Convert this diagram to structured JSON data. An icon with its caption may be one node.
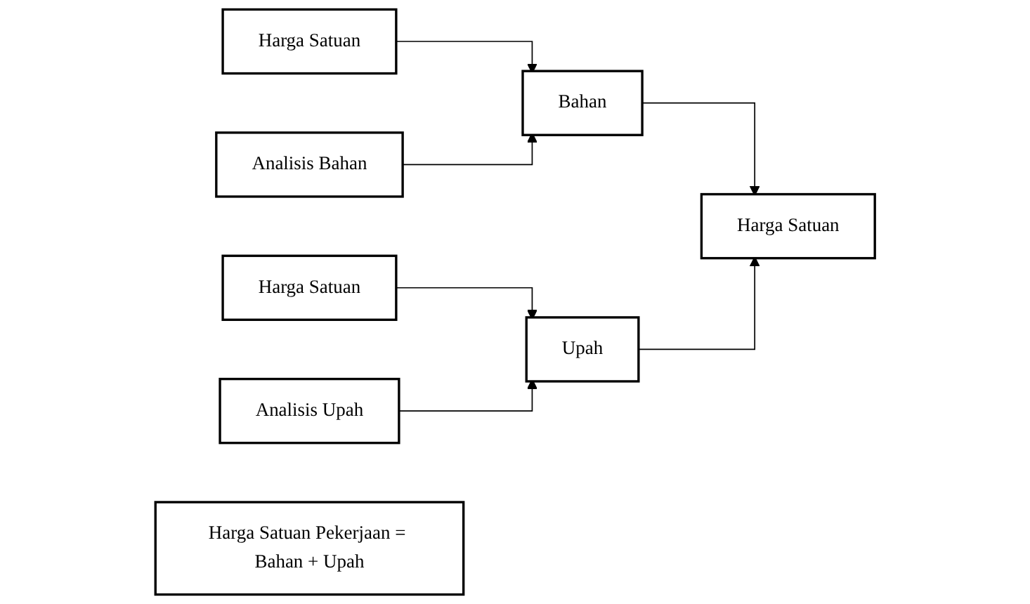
{
  "diagram": {
    "nodes": [
      {
        "text": [
          "Harga Satuan"
        ]
      },
      {
        "text": [
          "Analisis Bahan"
        ]
      },
      {
        "text": [
          "Harga Satuan"
        ]
      },
      {
        "text": [
          "Analisis Upah"
        ]
      },
      {
        "text": [
          "Bahan"
        ]
      },
      {
        "text": [
          "Upah"
        ]
      },
      {
        "text": [
          "Harga Satuan"
        ]
      },
      {
        "text": [
          "Harga Satuan Pekerjaan = Bahan + Upah"
        ]
      }
    ],
    "edges": [
      {
        "from": 0,
        "to": 4,
        "arrow": "to"
      },
      {
        "from": 1,
        "to": 4,
        "arrow": "to"
      },
      {
        "from": 2,
        "to": 5,
        "arrow": "to"
      },
      {
        "from": 3,
        "to": 5,
        "arrow": "to"
      },
      {
        "from": 4,
        "to": 6,
        "arrow": "to"
      },
      {
        "from": 5,
        "to": 6,
        "arrow": "to"
      }
    ]
  }
}
